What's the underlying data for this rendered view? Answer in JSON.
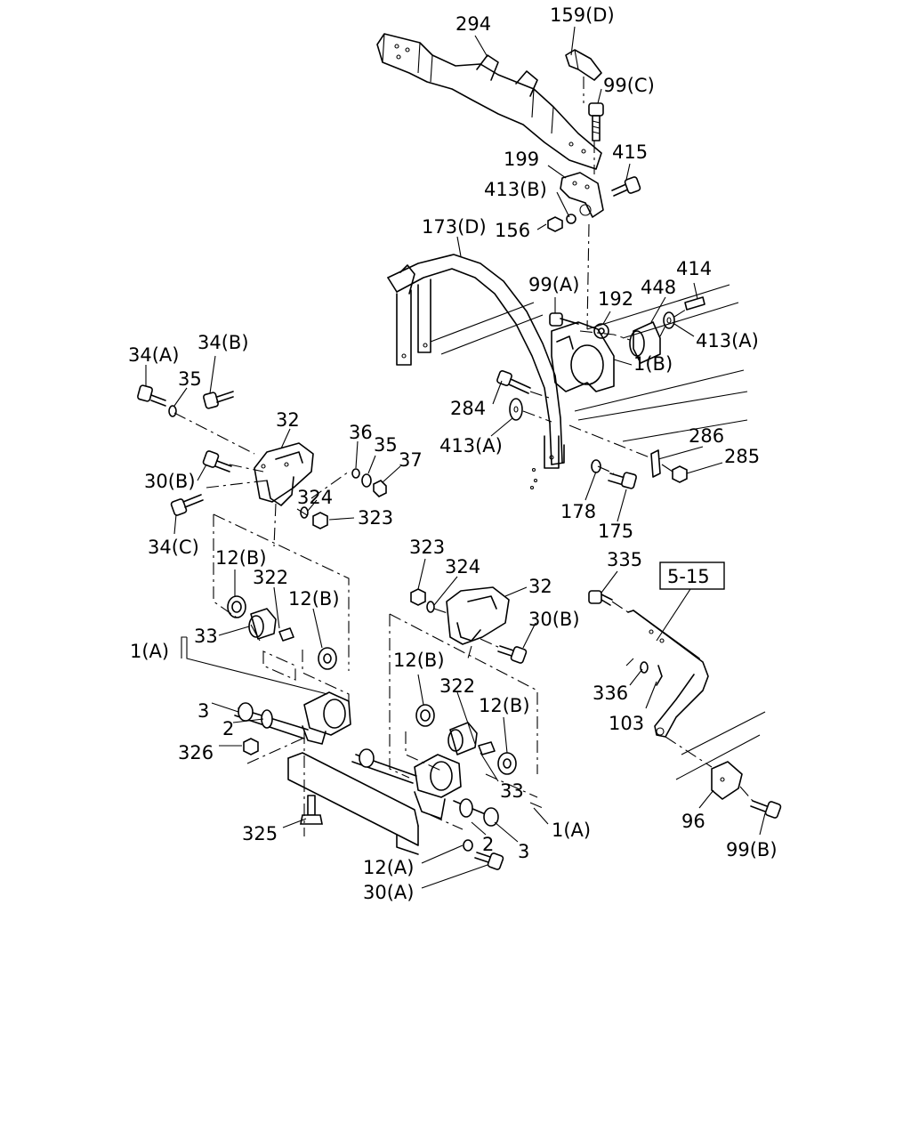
{
  "reference": "5-15",
  "colors": {
    "line": "#000000",
    "background": "#ffffff"
  },
  "labels": [
    {
      "id": "l294",
      "text": "294"
    },
    {
      "id": "l159d",
      "text": "159(D)"
    },
    {
      "id": "l99c",
      "text": "99(C)"
    },
    {
      "id": "l415",
      "text": "415"
    },
    {
      "id": "l199",
      "text": "199"
    },
    {
      "id": "l413b",
      "text": "413(B)"
    },
    {
      "id": "l156",
      "text": "156"
    },
    {
      "id": "l173d",
      "text": "173(D)"
    },
    {
      "id": "l414",
      "text": "414"
    },
    {
      "id": "l99a",
      "text": "99(A)"
    },
    {
      "id": "l192",
      "text": "192"
    },
    {
      "id": "l448",
      "text": "448"
    },
    {
      "id": "l413a1",
      "text": "413(A)"
    },
    {
      "id": "l1b",
      "text": "1(B)"
    },
    {
      "id": "l284",
      "text": "284"
    },
    {
      "id": "l413a2",
      "text": "413(A)"
    },
    {
      "id": "l286",
      "text": "286"
    },
    {
      "id": "l285",
      "text": "285"
    },
    {
      "id": "l178",
      "text": "178"
    },
    {
      "id": "l175",
      "text": "175"
    },
    {
      "id": "l34a",
      "text": "34(A)"
    },
    {
      "id": "l34b",
      "text": "34(B)"
    },
    {
      "id": "l35a",
      "text": "35"
    },
    {
      "id": "l32a",
      "text": "32"
    },
    {
      "id": "l36",
      "text": "36"
    },
    {
      "id": "l35b",
      "text": "35"
    },
    {
      "id": "l37",
      "text": "37"
    },
    {
      "id": "l30b1",
      "text": "30(B)"
    },
    {
      "id": "l324a",
      "text": "324"
    },
    {
      "id": "l323a",
      "text": "323"
    },
    {
      "id": "l34c",
      "text": "34(C)"
    },
    {
      "id": "l12b1",
      "text": "12(B)"
    },
    {
      "id": "l322a",
      "text": "322"
    },
    {
      "id": "l12b2",
      "text": "12(B)"
    },
    {
      "id": "l33a",
      "text": "33"
    },
    {
      "id": "l1a1",
      "text": "1(A)"
    },
    {
      "id": "l3a",
      "text": "3"
    },
    {
      "id": "l2a",
      "text": "2"
    },
    {
      "id": "l326",
      "text": "326"
    },
    {
      "id": "l325",
      "text": "325"
    },
    {
      "id": "l323b",
      "text": "323"
    },
    {
      "id": "l324b",
      "text": "324"
    },
    {
      "id": "l32b",
      "text": "32"
    },
    {
      "id": "l30b2",
      "text": "30(B)"
    },
    {
      "id": "l12b3",
      "text": "12(B)"
    },
    {
      "id": "l322b",
      "text": "322"
    },
    {
      "id": "l12b4",
      "text": "12(B)"
    },
    {
      "id": "l33b",
      "text": "33"
    },
    {
      "id": "l1a2",
      "text": "1(A)"
    },
    {
      "id": "l2b",
      "text": "2"
    },
    {
      "id": "l3b",
      "text": "3"
    },
    {
      "id": "l12a",
      "text": "12(A)"
    },
    {
      "id": "l30a",
      "text": "30(A)"
    },
    {
      "id": "l335",
      "text": "335"
    },
    {
      "id": "l336",
      "text": "336"
    },
    {
      "id": "l103",
      "text": "103"
    },
    {
      "id": "l96",
      "text": "96"
    },
    {
      "id": "l99b",
      "text": "99(B)"
    }
  ]
}
